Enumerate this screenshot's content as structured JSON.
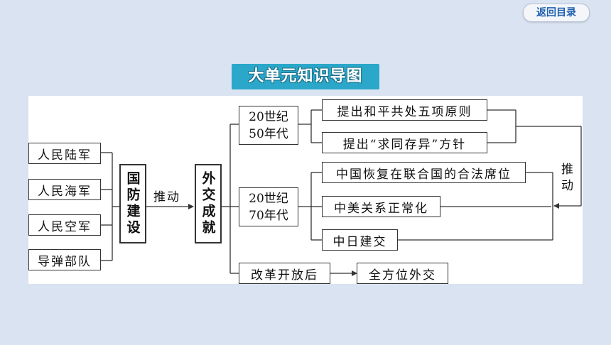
{
  "header": {
    "back_button": "返回目录"
  },
  "title": "大单元知识导图",
  "diagram": {
    "forces": [
      "人民陆军",
      "人民海军",
      "人民空军",
      "导弹部队"
    ],
    "center_left": "国防建设",
    "arrow_left": "推动",
    "center_right": "外交成就",
    "period_50s": {
      "line1": "20世纪",
      "line2": "50年代"
    },
    "period_70s": {
      "line1": "20世纪",
      "line2": "70年代"
    },
    "achievements_50s": [
      "提出和平共处五项原则",
      "提出“求同存异”方针"
    ],
    "achievements_70s": [
      "中国恢复在联合国的合法席位",
      "中美关系正常化",
      "中日建交"
    ],
    "reform": "改革开放后",
    "reform_result": "全方位外交",
    "side_label": "推动"
  }
}
